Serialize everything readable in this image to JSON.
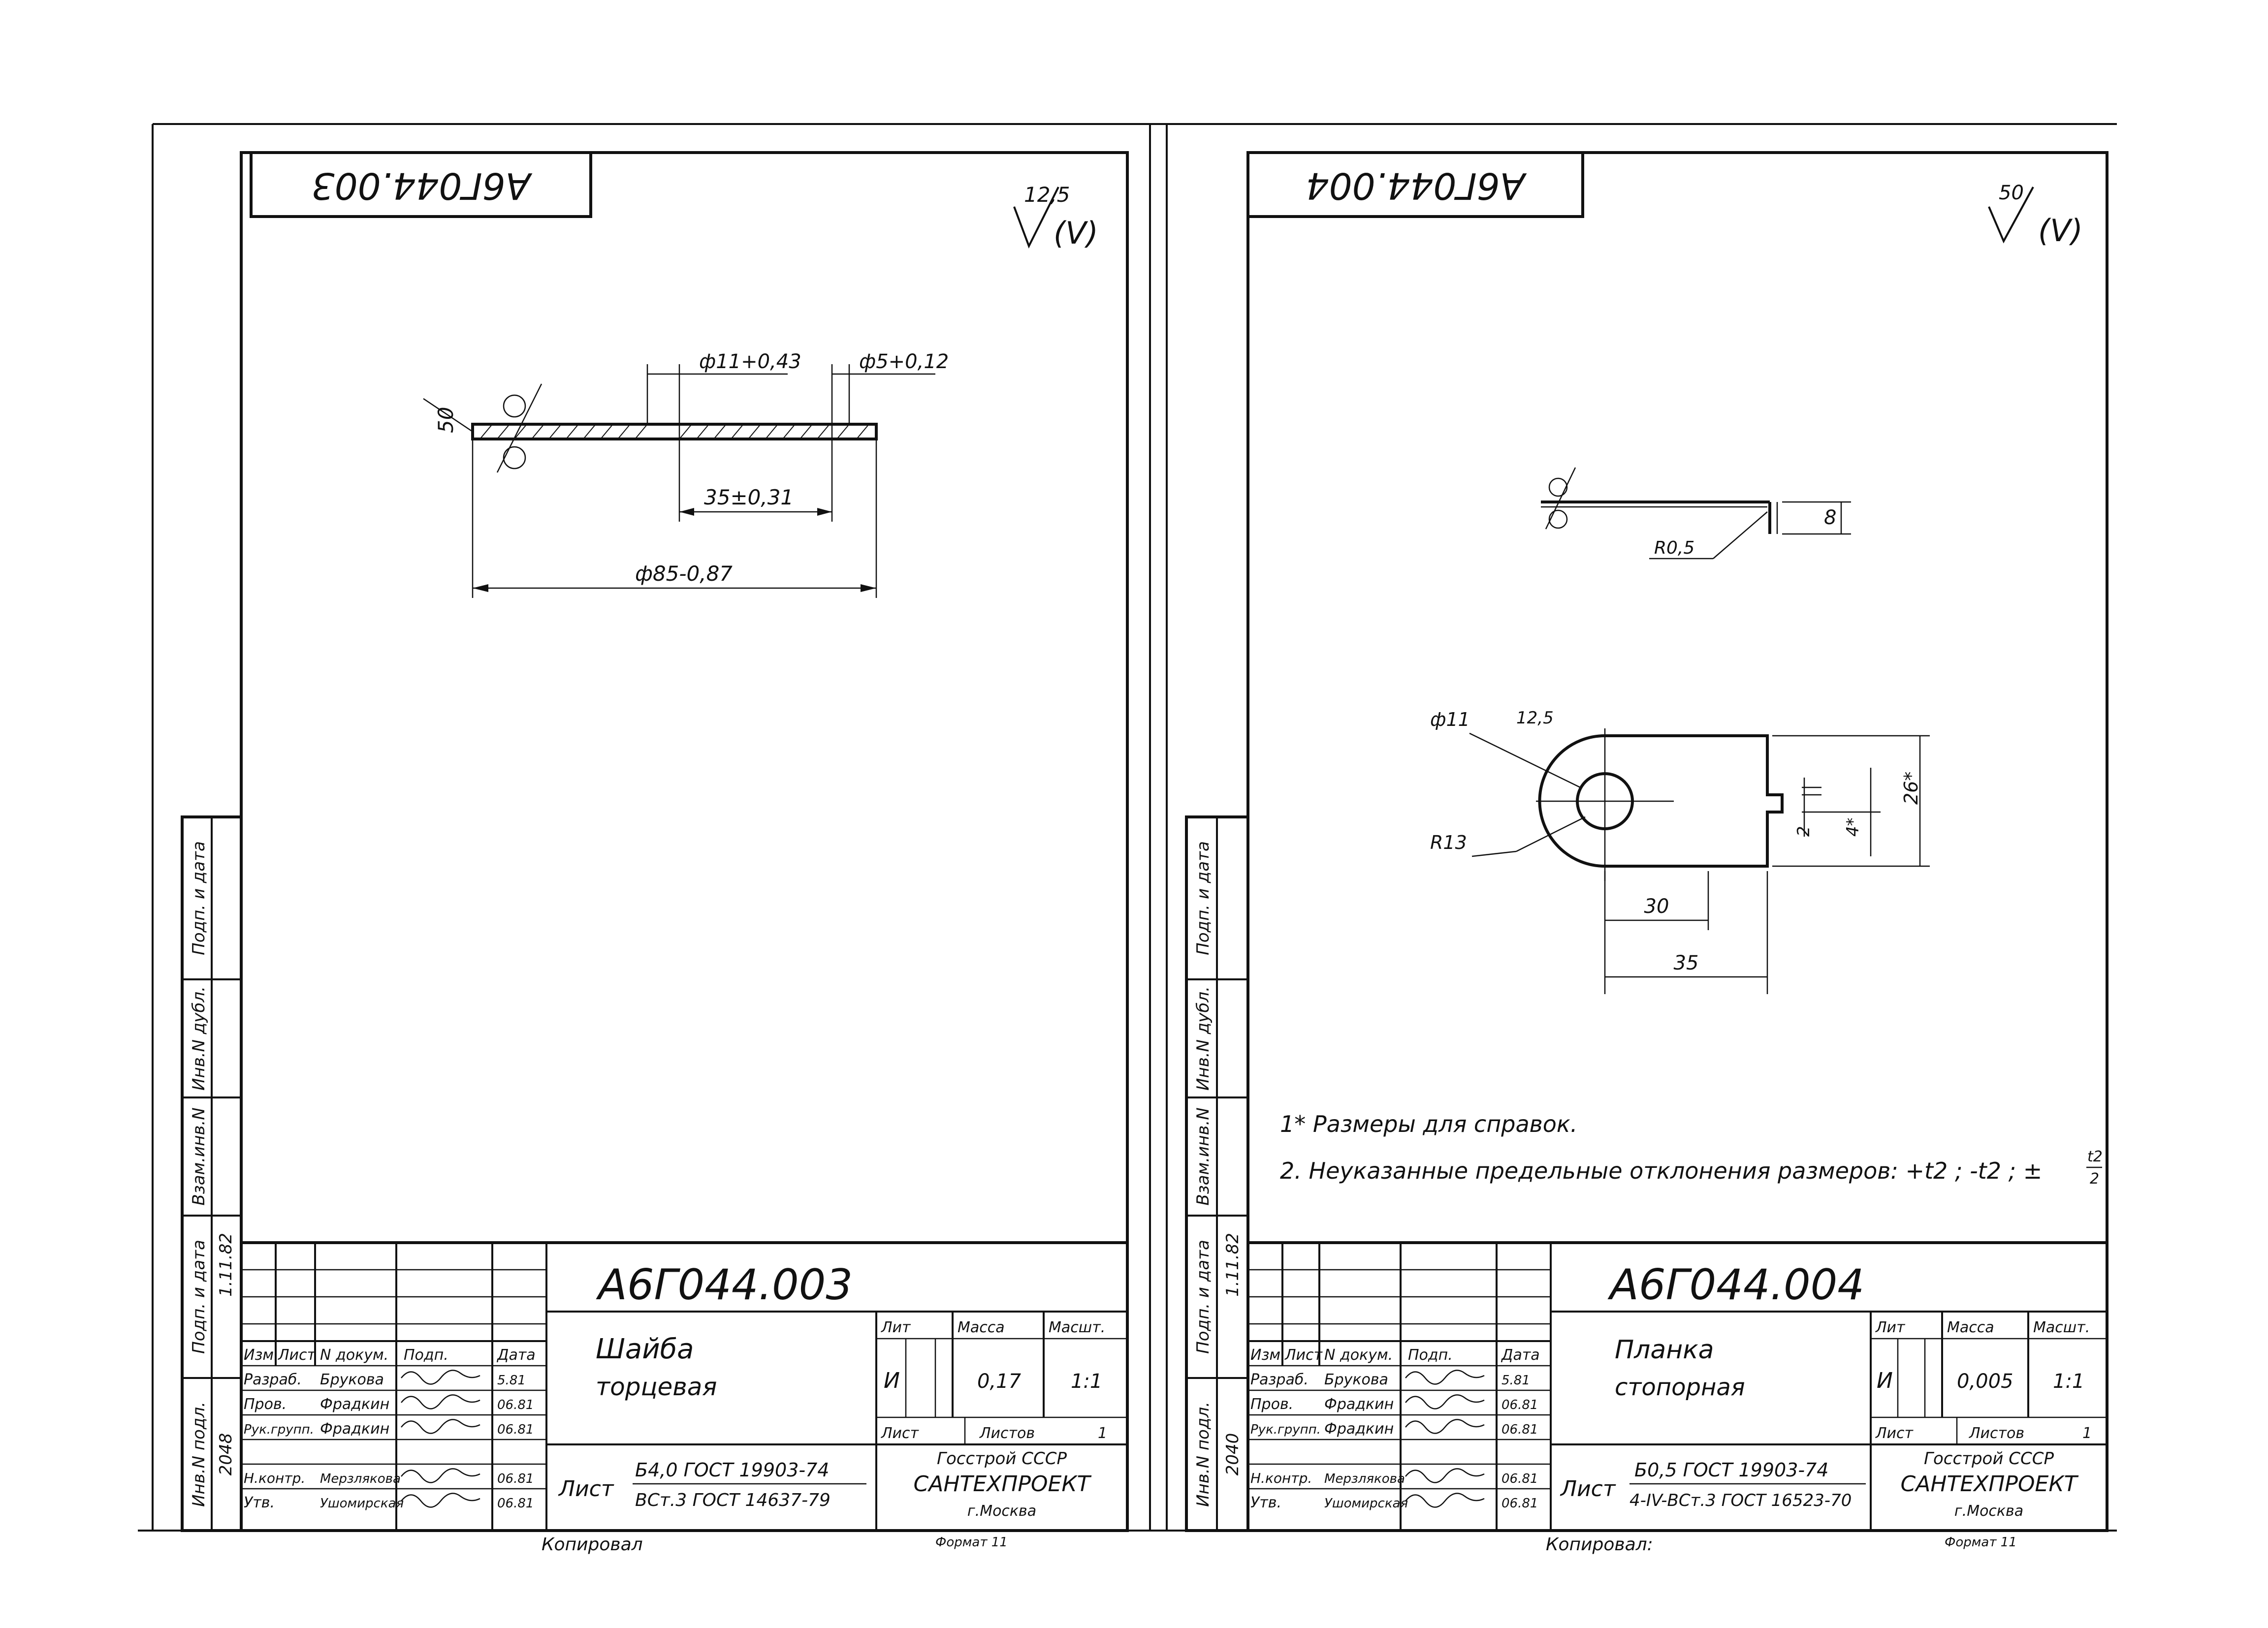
{
  "left": {
    "top_code": "А6Г044.003",
    "roughness": "12,5",
    "roughness_suffix": "(V)",
    "dims": {
      "hole_large": "ф11+0,43",
      "hole_small": "ф5+0,12",
      "thickness": "50",
      "pitch": "35±0,31",
      "outer_diameter": "ф85-0,87"
    },
    "stamp": {
      "designation": "А6Г044.003",
      "name_line1": "Шайба",
      "name_line2": "торцевая",
      "headers": [
        "Изм.",
        "Лист",
        "N докум.",
        "Подп.",
        "Дата"
      ],
      "rows": [
        {
          "role": "Разраб.",
          "name": "Брукова",
          "date": "5.81"
        },
        {
          "role": "Пров.",
          "name": "Фрадкин",
          "date": "06.81"
        },
        {
          "role": "Рук.групп.",
          "name": "Фрадкин",
          "date": "06.81"
        },
        {
          "role": "Н.контр.",
          "name": "Мерзлякова",
          "date": "06.81"
        },
        {
          "role": "Утв.",
          "name": "Ушомирская",
          "date": "06.81"
        }
      ],
      "lit_label": "Лит",
      "lit_value": "И",
      "mass_label": "Масса",
      "mass_value": "0,17",
      "scale_label": "Масшт.",
      "scale_value": "1:1",
      "sheet_label": "Лист",
      "sheets_label": "Листов",
      "sheets_value": "1",
      "material_prefix": "Лист",
      "material_line1": "Б4,0 ГОСТ 19903-74",
      "material_line2": "ВСт.3 ГОСТ 14637-79",
      "org_line1": "Госстрой СССР",
      "org_line2": "САНТЕХПРОЕКТ",
      "org_line3": "г.Москва"
    },
    "side_labels": [
      "Подп. и дата",
      "Инв.N дубл.",
      "Взам.инв.N",
      "Подп. и дата",
      "Инв.N подл."
    ],
    "side_values": {
      "inv": "2048",
      "date": "1.11.82"
    },
    "footer_copied": "Копировал",
    "footer_format": "Формат 11"
  },
  "right": {
    "top_code": "А6Г044.004",
    "roughness": "50",
    "roughness_suffix": "(V)",
    "dims": {
      "bend_height": "8",
      "bend_radius": "R0,5",
      "hole": "ф11",
      "hole_offset": "12,5",
      "corner_radius": "R13",
      "slot_width": "2",
      "slot_depth": "4*",
      "height": "26*",
      "to_slot": "30",
      "length": "35"
    },
    "notes": [
      "1* Размеры для справок.",
      "2. Неуказанные предельные отклонения размеров: +t2 ; -t2 ; ±"
    ],
    "note_frac_num": "t2",
    "note_frac_den": "2",
    "stamp": {
      "designation": "А6Г044.004",
      "name_line1": "Планка",
      "name_line2": "стопорная",
      "headers": [
        "Изм.",
        "Лист",
        "N докум.",
        "Подп.",
        "Дата"
      ],
      "rows": [
        {
          "role": "Разраб.",
          "name": "Брукова",
          "date": "5.81"
        },
        {
          "role": "Пров.",
          "name": "Фрадкин",
          "date": "06.81"
        },
        {
          "role": "Рук.групп.",
          "name": "Фрадкин",
          "date": "06.81"
        },
        {
          "role": "Н.контр.",
          "name": "Мерзлякова",
          "date": "06.81"
        },
        {
          "role": "Утв.",
          "name": "Ушомирская",
          "date": "06.81"
        }
      ],
      "lit_label": "Лит",
      "lit_value": "И",
      "mass_label": "Масса",
      "mass_value": "0,005",
      "scale_label": "Масшт.",
      "scale_value": "1:1",
      "sheet_label": "Лист",
      "sheets_label": "Листов",
      "sheets_value": "1",
      "material_prefix": "Лист",
      "material_line1": "Б0,5 ГОСТ 19903-74",
      "material_line2": "4-IV-ВСт.3 ГОСТ 16523-70",
      "org_line1": "Госстрой СССР",
      "org_line2": "САНТЕХПРОЕКТ",
      "org_line3": "г.Москва"
    },
    "side_labels": [
      "Подп. и дата",
      "Инв.N дубл.",
      "Взам.инв.N",
      "Подп. и дата",
      "Инв.N подл."
    ],
    "side_values": {
      "inv": "2040",
      "date": "1.11.82"
    },
    "footer_copied": "Копировал:",
    "footer_format": "Формат 11"
  }
}
